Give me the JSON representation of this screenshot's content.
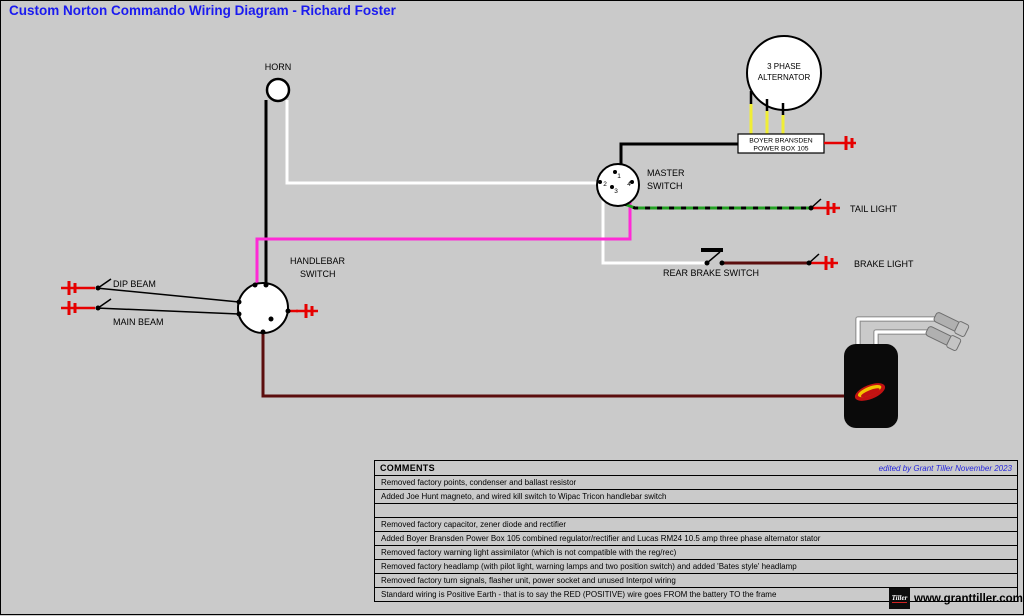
{
  "title": "Custom Norton Commando Wiring Diagram - Richard Foster",
  "components": {
    "horn": {
      "label": "HORN"
    },
    "alternator": {
      "line1": "3 PHASE",
      "line2": "ALTERNATOR"
    },
    "power_box": {
      "line1": "BOYER BRANSDEN",
      "line2": "POWER BOX 105"
    },
    "master_switch": {
      "line1": "MASTER",
      "line2": "SWITCH",
      "terminals": [
        "2",
        "1",
        "3",
        "4"
      ]
    },
    "tail_light": {
      "label": "TAIL LIGHT"
    },
    "brake_light": {
      "label": "BRAKE LIGHT"
    },
    "rear_brake_switch": {
      "label": "REAR BRAKE SWITCH"
    },
    "handlebar_switch": {
      "line1": "HANDLEBAR",
      "line2": "SWITCH"
    },
    "dip_beam": {
      "label": "DIP BEAM"
    },
    "main_beam": {
      "label": "MAIN BEAM"
    }
  },
  "comments": {
    "header": "COMMENTS",
    "edited_by": "edited by Grant Tiller November 2023",
    "rows": [
      "Removed factory points, condenser and ballast resistor",
      "Added Joe Hunt magneto, and wired kill switch to Wipac Tricon handlebar switch",
      "",
      "Removed factory capacitor, zener diode and rectifier",
      "Added Boyer Bransden Power Box 105 combined regulator/rectifier and Lucas RM24 10.5 amp three phase alternator stator",
      "Removed factory warning light assimilator (which is not compatible with the reg/rec)",
      "Removed factory headlamp (with pilot light, warning lamps and two position switch) and added 'Bates style' headlamp",
      "Removed factory turn signals, flasher unit, power socket and unused Interpol wiring",
      "Standard wiring is Positive Earth - that is to say the RED (POSITIVE) wire goes FROM the battery TO the frame"
    ]
  },
  "footer": {
    "logo": "Tiller",
    "website": "www.granttiller.com"
  },
  "colors": {
    "background": "#cacaca",
    "title_blue": "#1a1af0",
    "edited_by_blue": "#2525dd",
    "wire_black": "#000000",
    "wire_white": "#ffffff",
    "wire_yellow": "#f0ee35",
    "wire_magenta": "#ff2ad6",
    "wire_green": "#23a123",
    "wire_maroon": "#5c0e0e",
    "terminal_red": "#e60000"
  }
}
